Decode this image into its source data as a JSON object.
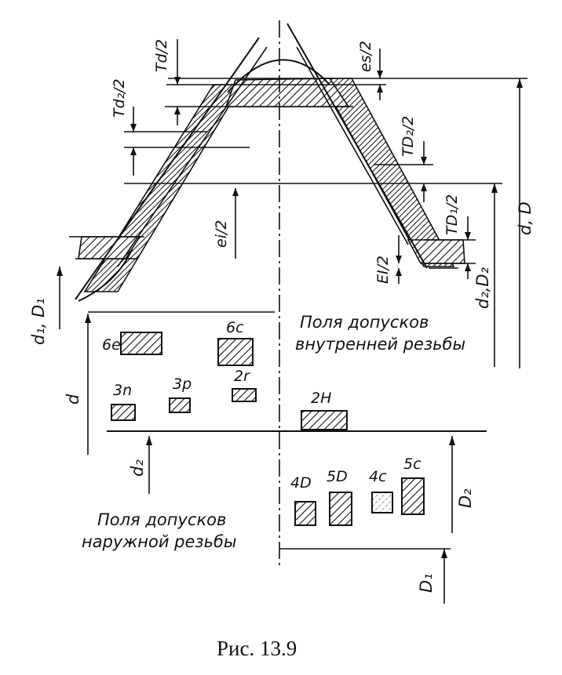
{
  "labels": {
    "Td2_half": "Td₂/2",
    "Td_half": "Td/2",
    "es_half": "es/2",
    "TD2_half": "TD₂/2",
    "ei_half": "ei/2",
    "TD1_half": "TD₁/2",
    "EI_half": "EI/2",
    "d_D": "d, D",
    "d2_D2": "d₂,D₂",
    "d1_D1": "d₁, D₁",
    "d": "d",
    "d2": "d₂",
    "D2": "D₂",
    "D1": "D₁"
  },
  "tolerance_fields": {
    "external": {
      "title_line1": "Поля допусков",
      "title_line2": "наружной резьбы",
      "items": [
        "6e",
        "6c",
        "3n",
        "3p",
        "2r"
      ]
    },
    "internal": {
      "title_line1": "Поля допусков",
      "title_line2": "внутренней резьбы",
      "items": [
        "2H",
        "4D",
        "5D",
        "4c",
        "5c"
      ]
    }
  },
  "caption": "Рис.  13.9"
}
